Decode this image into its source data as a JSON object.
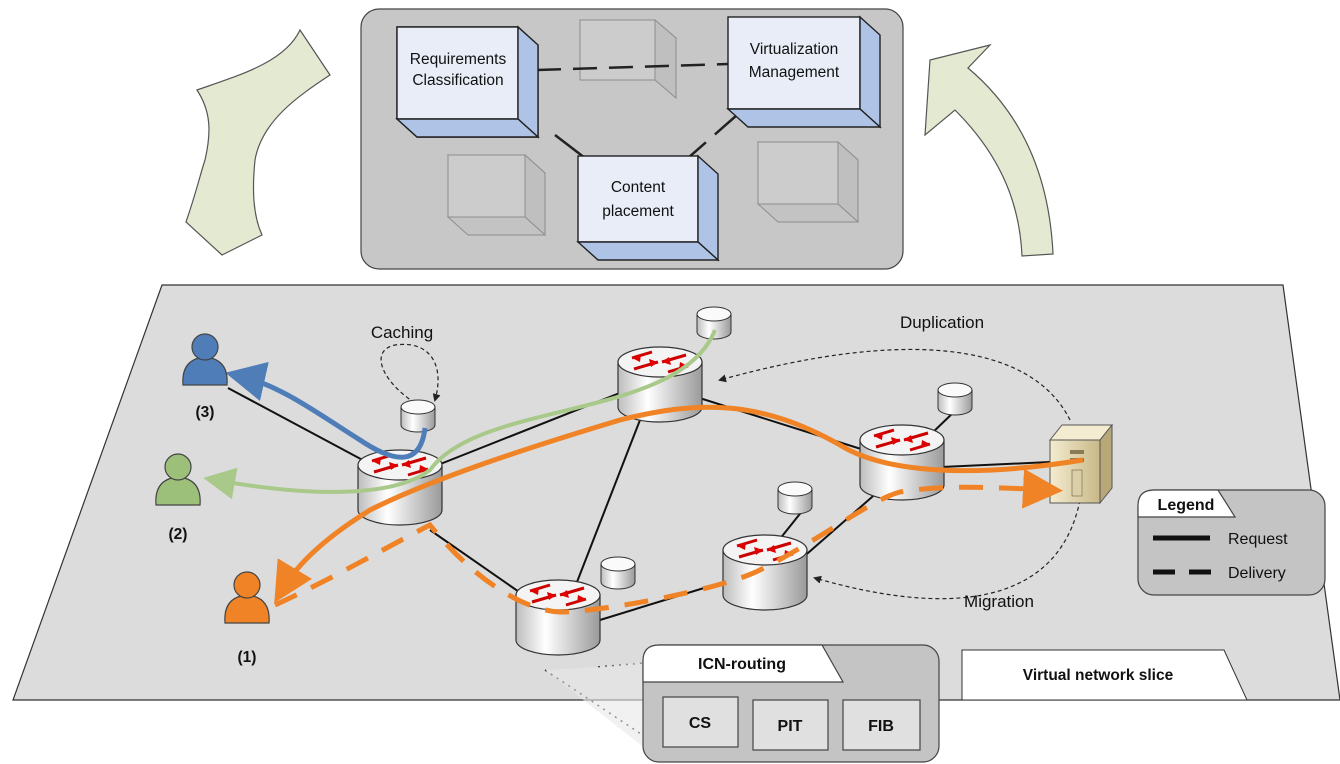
{
  "control_plane": {
    "modules": [
      {
        "id": "requirements",
        "lines": [
          "Requirements",
          "Classification"
        ]
      },
      {
        "id": "virtualization",
        "lines": [
          "Virtualization",
          "Management"
        ]
      },
      {
        "id": "content",
        "lines": [
          "Content",
          "placement"
        ]
      }
    ]
  },
  "network": {
    "annotations": {
      "caching": "Caching",
      "duplication": "Duplication",
      "migration": "Migration"
    },
    "users": [
      {
        "id": "user-3",
        "label": "(3)",
        "color": "#4f7db8"
      },
      {
        "id": "user-2",
        "label": "(2)",
        "color": "#9cc07a"
      },
      {
        "id": "user-1",
        "label": "(1)",
        "color": "#ef8326"
      }
    ],
    "slice_label": "Virtual network slice"
  },
  "legend": {
    "title": "Legend",
    "items": [
      {
        "style": "solid",
        "label": "Request"
      },
      {
        "style": "dashed",
        "label": "Delivery"
      }
    ]
  },
  "icn_routing": {
    "title": "ICN-routing",
    "tables": [
      "CS",
      "PIT",
      "FIB"
    ]
  },
  "colors": {
    "request_orange": "#ef8326",
    "user3_blue": "#4f7db8",
    "user2_green": "#a9c98a",
    "plane_gray": "#dcdcdc",
    "module_blue": "#aec3e6",
    "arrow_fill": "#e4ead2"
  }
}
